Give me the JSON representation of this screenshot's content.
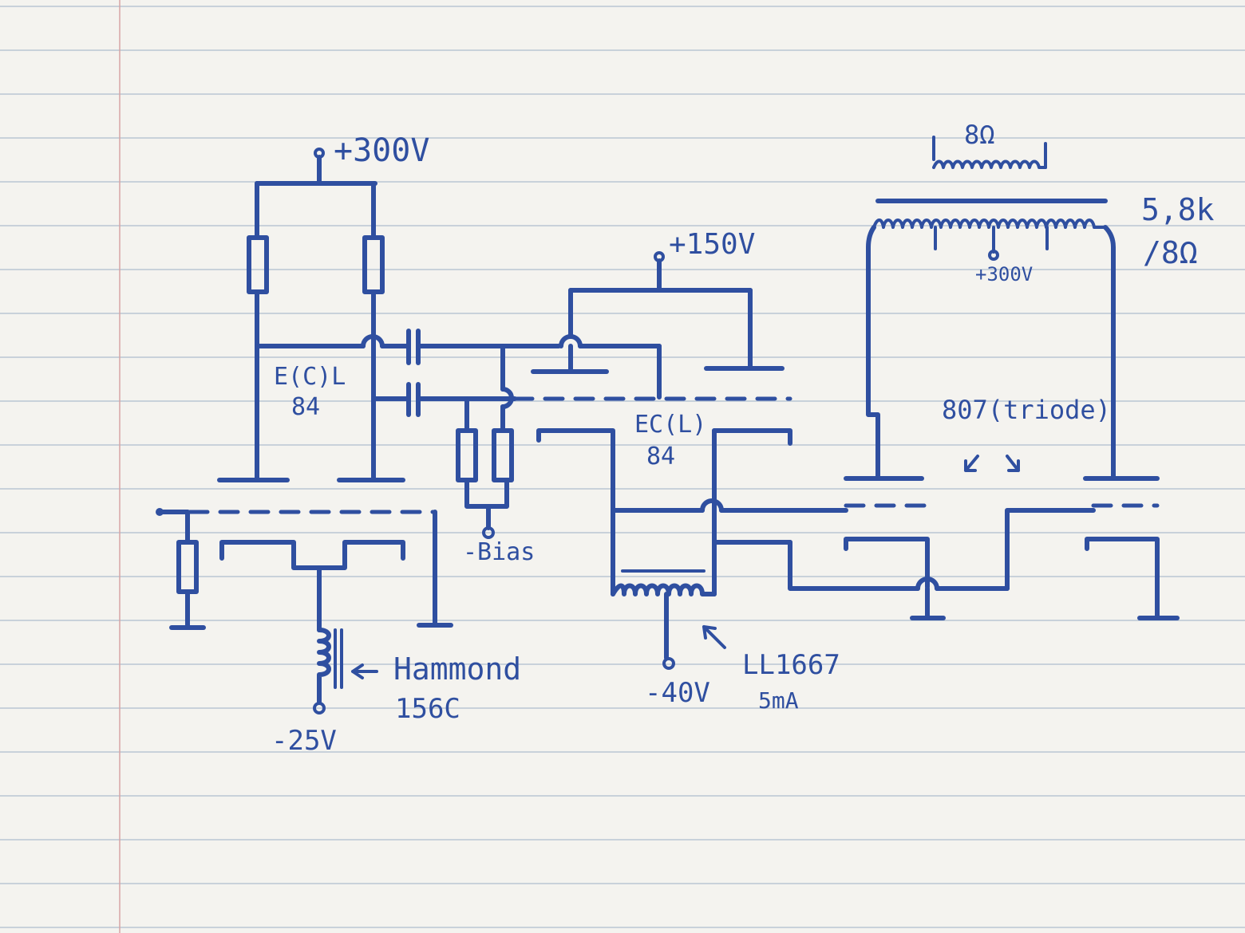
{
  "labels": {
    "supply_300v": "+300V",
    "supply_150v": "+150V",
    "tube_ecl84_a": "E(C)L",
    "tube_ecl84_a_num": "84",
    "tube_ecl84_b": "EC(L)",
    "tube_ecl84_b_num": "84",
    "bias": "-Bias",
    "choke": "Hammond",
    "choke_model": "156C",
    "neg_25v": "-25V",
    "neg_40v": "-40V",
    "ccs_part": "LL1667",
    "ccs_current": "5mA",
    "output_tube": "807(triode)",
    "speaker_impedance": "8Ω",
    "ot_ratio": "5,8k",
    "ot_ratio_2": "/8Ω",
    "ot_center_tap": "+300V"
  },
  "colors": {
    "ink": "#2f4fa0",
    "paper": "#f4f3ef",
    "rule": "#b9c6d4"
  }
}
